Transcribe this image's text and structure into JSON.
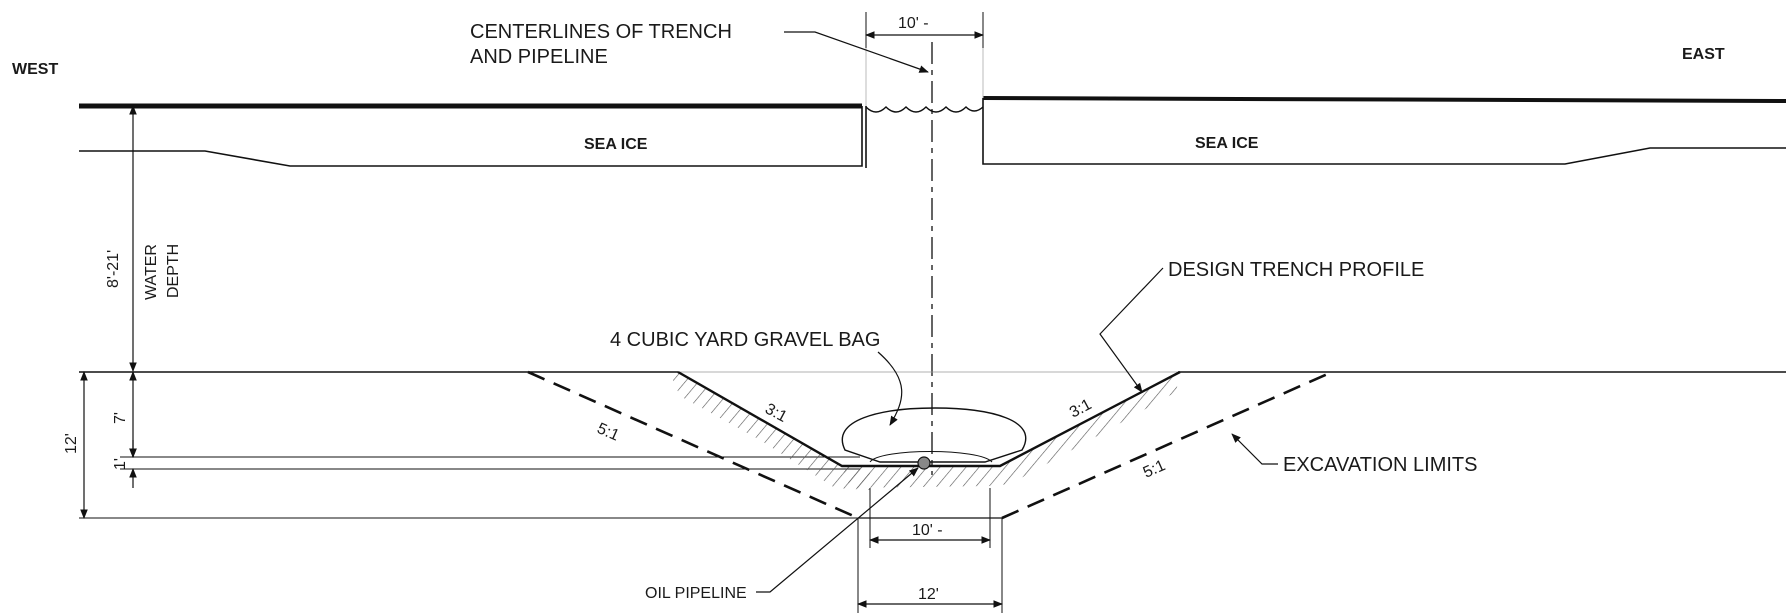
{
  "labels": {
    "west": "WEST",
    "east": "EAST",
    "centerlines_line1": "CENTERLINES OF TRENCH",
    "centerlines_line2": "AND PIPELINE",
    "sea_ice_west": "SEA ICE",
    "sea_ice_east": "SEA ICE",
    "design_trench_profile": "DESIGN TRENCH PROFILE",
    "gravel_bag": "4 CUBIC YARD GRAVEL BAG",
    "excavation_limits": "EXCAVATION LIMITS",
    "oil_pipeline": "OIL PIPELINE",
    "water_depth_line1": "WATER",
    "water_depth_line2": "DEPTH"
  },
  "dimensions": {
    "top_slot_width": "10' -",
    "bottom_trench_width": "10' -",
    "excavation_bottom_width": "12'",
    "water_depth": "8'-21'",
    "total_depth": "12'",
    "trench_depth": "7'",
    "pipe_depth": "1'"
  },
  "slopes": {
    "design_west": "3:1",
    "design_east": "3:1",
    "excavation_west": "5:1",
    "excavation_east": "5:1"
  }
}
